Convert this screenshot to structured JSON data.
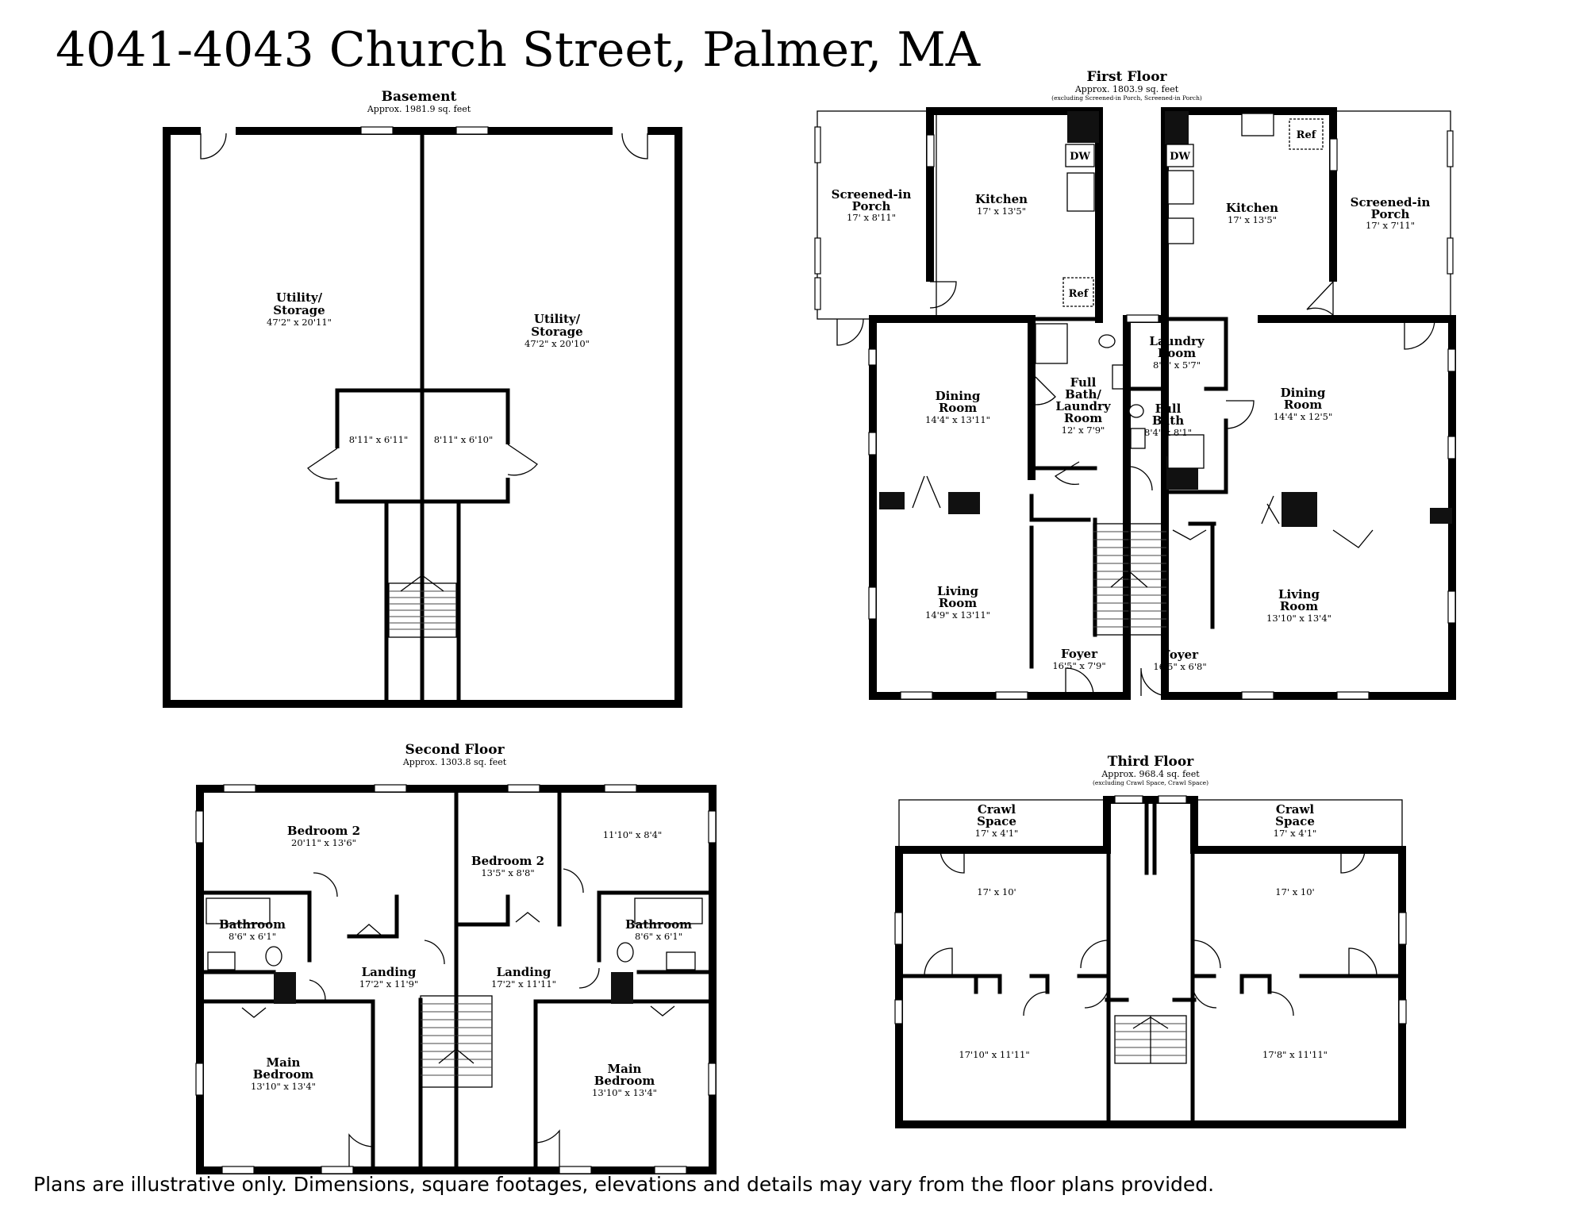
{
  "title": "4041-4043 Church Street, Palmer, MA",
  "disclaimer": "Plans are illustrative only. Dimensions, square footages, elevations and details may vary from the floor plans provided.",
  "basement": {
    "heading": "Basement",
    "area": "Approx. 1981.9 sq. feet",
    "rooms": [
      {
        "name_line1": "Utility/",
        "name_line2": "Storage",
        "dims": "47'2\" x 20'11\""
      },
      {
        "name_line1": "Utility/",
        "name_line2": "Storage",
        "dims": "47'2\" x 20'10\""
      },
      {
        "dims": "8'11\" x 6'11\""
      },
      {
        "dims": "8'11\" x 6'10\""
      }
    ]
  },
  "first_floor": {
    "heading": "First Floor",
    "area": "Approx. 1803.9 sq. feet",
    "note": "(excluding Screened-in Porch, Screened-in Porch)",
    "rooms": [
      {
        "name_line1": "Screened-in",
        "name_line2": "Porch",
        "dims": "17' x 8'11\""
      },
      {
        "name_line1": "Kitchen",
        "dims": "17' x 13'5\""
      },
      {
        "name_line1": "Dining",
        "name_line2": "Room",
        "dims": "14'4\" x 13'11\""
      },
      {
        "name_line1": "Full",
        "name_line2": "Bath/",
        "name_line3": "Laundry",
        "name_line4": "Room",
        "dims": "12' x 7'9\""
      },
      {
        "name_line1": "Living",
        "name_line2": "Room",
        "dims": "14'9\" x 13'11\""
      },
      {
        "name_line1": "Foyer",
        "dims": "16'5\" x 7'9\""
      },
      {
        "name_line1": "Kitchen",
        "dims": "17' x 13'5\""
      },
      {
        "name_line1": "Screened-in",
        "name_line2": "Porch",
        "dims": "17' x 7'11\""
      },
      {
        "name_line1": "Laundry",
        "name_line2": "Room",
        "dims": "8'1\" x 5'7\""
      },
      {
        "name_line1": "Full",
        "name_line2": "Bath",
        "dims": "8'4\" x 8'1\""
      },
      {
        "name_line1": "Dining",
        "name_line2": "Room",
        "dims": "14'4\" x 12'5\""
      },
      {
        "name_line1": "Living",
        "name_line2": "Room",
        "dims": "13'10\" x 13'4\""
      },
      {
        "name_line1": "Foyer",
        "dims": "16'5\" x 6'8\""
      }
    ],
    "labels": {
      "dw": "DW",
      "ref": "Ref"
    }
  },
  "second_floor": {
    "heading": "Second Floor",
    "area": "Approx. 1303.8 sq. feet",
    "rooms": [
      {
        "name_line1": "Bedroom 2",
        "dims": "20'11\" x 13'6\""
      },
      {
        "name_line1": "Bedroom 2",
        "dims": "13'5\" x 8'8\""
      },
      {
        "dims": "11'10\" x 8'4\""
      },
      {
        "name_line1": "Bathroom",
        "dims": "8'6\" x 6'1\""
      },
      {
        "name_line1": "Landing",
        "dims": "17'2\" x 11'9\""
      },
      {
        "name_line1": "Landing",
        "dims": "17'2\" x 11'11\""
      },
      {
        "name_line1": "Bathroom",
        "dims": "8'6\" x 6'1\""
      },
      {
        "name_line1": "Main",
        "name_line2": "Bedroom",
        "dims": "13'10\" x 13'4\""
      },
      {
        "name_line1": "Main",
        "name_line2": "Bedroom",
        "dims": "13'10\" x 13'4\""
      }
    ]
  },
  "third_floor": {
    "heading": "Third Floor",
    "area": "Approx. 968.4 sq. feet",
    "note": "(excluding Crawl Space, Crawl Space)",
    "rooms": [
      {
        "name_line1": "Crawl",
        "name_line2": "Space",
        "dims": "17' x 4'1\""
      },
      {
        "name_line1": "Crawl",
        "name_line2": "Space",
        "dims": "17' x 4'1\""
      },
      {
        "dims": "17' x 10'"
      },
      {
        "dims": "17' x 10'"
      },
      {
        "dims": "17'10\" x 11'11\""
      },
      {
        "dims": "17'8\" x 11'11\""
      }
    ]
  }
}
